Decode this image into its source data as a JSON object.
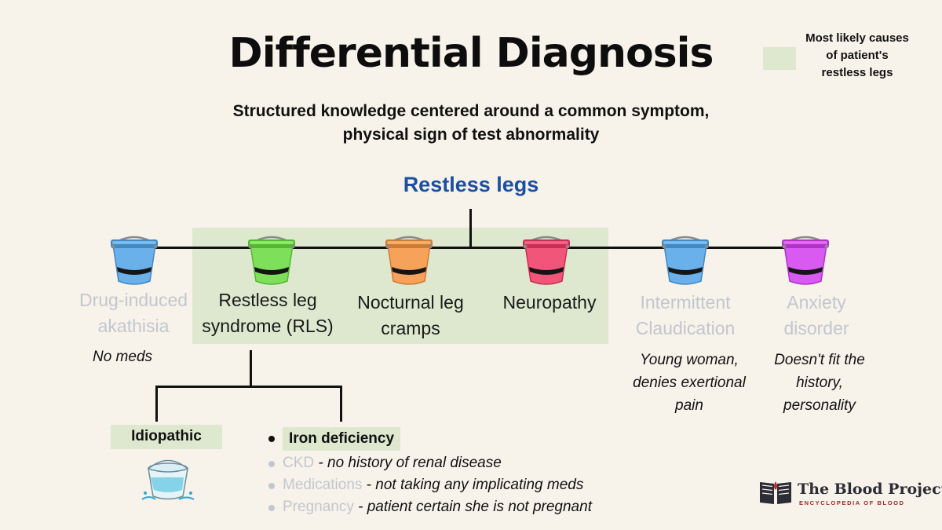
{
  "title": "Differential Diagnosis",
  "subtitle_line1": "Structured knowledge centered around a common symptom,",
  "subtitle_line2": "physical sign of test abnormality",
  "legend": {
    "label_line1": "Most likely causes",
    "label_line2": "of patient's",
    "label_line3": "restless legs",
    "color": "#dde8cf"
  },
  "root": {
    "label": "Restless legs",
    "color": "#1b4fa0"
  },
  "causes": [
    {
      "line1": "Drug-induced",
      "line2": "akathisia",
      "likely": false,
      "bucket_color": "#6ab0ea",
      "note": [
        "No meds"
      ]
    },
    {
      "line1": "Restless leg",
      "line2": "syndrome (RLS)",
      "likely": true,
      "bucket_color": "#7ee05a",
      "note": []
    },
    {
      "line1": "Nocturnal leg",
      "line2": "cramps",
      "likely": true,
      "bucket_color": "#f7a25a",
      "note": []
    },
    {
      "line1": "Neuropathy",
      "line2": "",
      "likely": true,
      "bucket_color": "#f2557a",
      "note": []
    },
    {
      "line1": "Intermittent",
      "line2": "Claudication",
      "likely": false,
      "bucket_color": "#6ab0ea",
      "note": [
        "Young woman,",
        "denies exertional",
        "pain"
      ]
    },
    {
      "line1": "Anxiety",
      "line2": "disorder",
      "likely": false,
      "bucket_color": "#d85af0",
      "note": [
        "Doesn't fit the",
        "history,",
        "personality"
      ]
    }
  ],
  "rls_children": {
    "idiopathic": "Idiopathic",
    "iron_deficiency": "Iron deficiency",
    "iron_causes": [
      {
        "cause": "CKD",
        "detail": " - no history of renal disease"
      },
      {
        "cause": "Medications",
        "detail": " - not taking any implicating meds"
      },
      {
        "cause": "Pregnancy",
        "detail": " - patient certain she is not pregnant"
      }
    ]
  },
  "brand": {
    "name": "The Blood Project",
    "tagline": "ENCYCLOPEDIA OF BLOOD"
  }
}
